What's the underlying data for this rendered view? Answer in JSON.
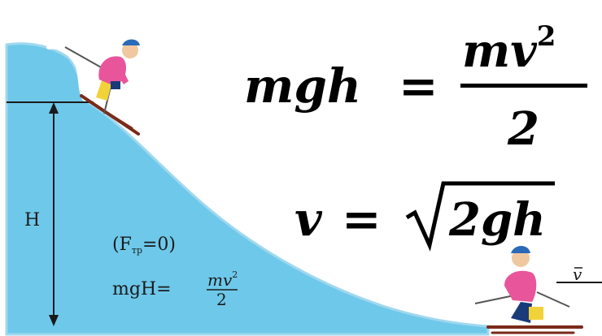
{
  "diagram": {
    "height_label": "H",
    "friction_note": {
      "open": "(F",
      "sub": "тр",
      "close": "=0)"
    },
    "small_eq": {
      "lhs": "mgH=",
      "num": "mv",
      "sup": "2",
      "den": "2"
    },
    "formula1": {
      "lhs": "mgh",
      "eq": "=",
      "num": "mv",
      "sup": "2",
      "den": "2"
    },
    "formula2": {
      "lhs": "v",
      "eq": "=",
      "rad": "2gh"
    },
    "velocity_label": "v",
    "colors": {
      "slope": "#6ec8ea",
      "slope_edge": "#9fd8ef",
      "ink": "#1a1a1a"
    }
  }
}
